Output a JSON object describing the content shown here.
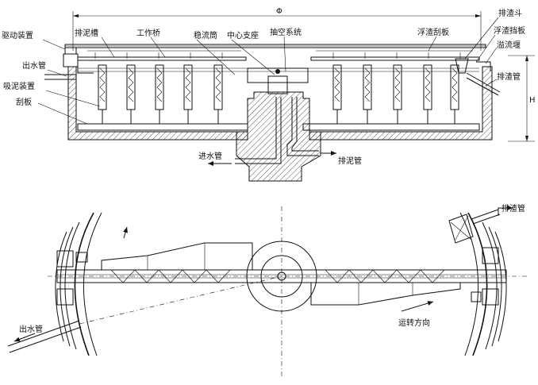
{
  "labels": {
    "drive": "驱动装置",
    "outlet_pipe": "出水管",
    "suction": "吸泥装置",
    "scraper": "刮板",
    "sludge_trough": "排泥槽",
    "work_bridge": "工作桥",
    "stilling_cyl": "稳流筒",
    "center_support": "中心支座",
    "vacuum_sys": "抽空系统",
    "scum_scraper": "浮渣刮板",
    "scum_hopper": "排渣斗",
    "scum_baffle": "浮渣挡板",
    "weir": "溢流堰",
    "scum_pipe": "排渣管",
    "inlet_pipe": "进水管",
    "sludge_pipe": "排泥管",
    "dim_diameter": "Φ",
    "dim_height": "H",
    "rotation": "运转方向",
    "scum_pipe_plan": "排渣管",
    "outlet_pipe_plan": "出水管"
  }
}
